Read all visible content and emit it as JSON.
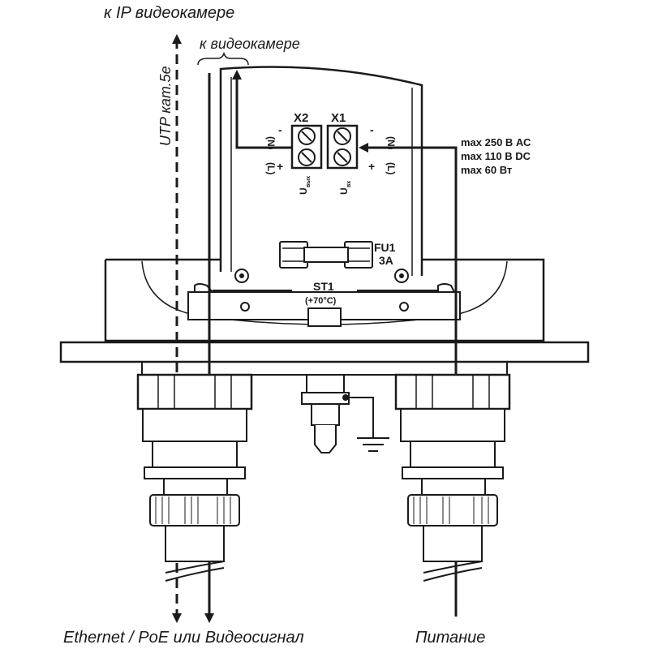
{
  "labels": {
    "top_ip_camera": "к IP видеокамере",
    "to_camera": "к видеокамере",
    "utp": "UTP кат.5e",
    "bottom_ethernet": "Ethernet / PoE или Видеосигнал",
    "bottom_power": "Питание",
    "x2": "X2",
    "x1": "X1",
    "u_out_main": "U",
    "u_out_sub": "вых",
    "u_in_main": "U",
    "u_in_sub": "вх",
    "n_left": "(N)",
    "l_left": "(L)",
    "n_right": "(N)",
    "l_right": "(L)",
    "minus": "-",
    "plus": "+",
    "fuse_name": "FU1",
    "fuse_rating": "3A",
    "thermo_name": "ST1",
    "thermo_temp": "(+70°C)",
    "spec_1": "max 250 В АС",
    "spec_2": "max 110 В DC",
    "spec_3": "max 60 Вт"
  },
  "colors": {
    "line": "#1a1a1a",
    "background": "#ffffff"
  }
}
